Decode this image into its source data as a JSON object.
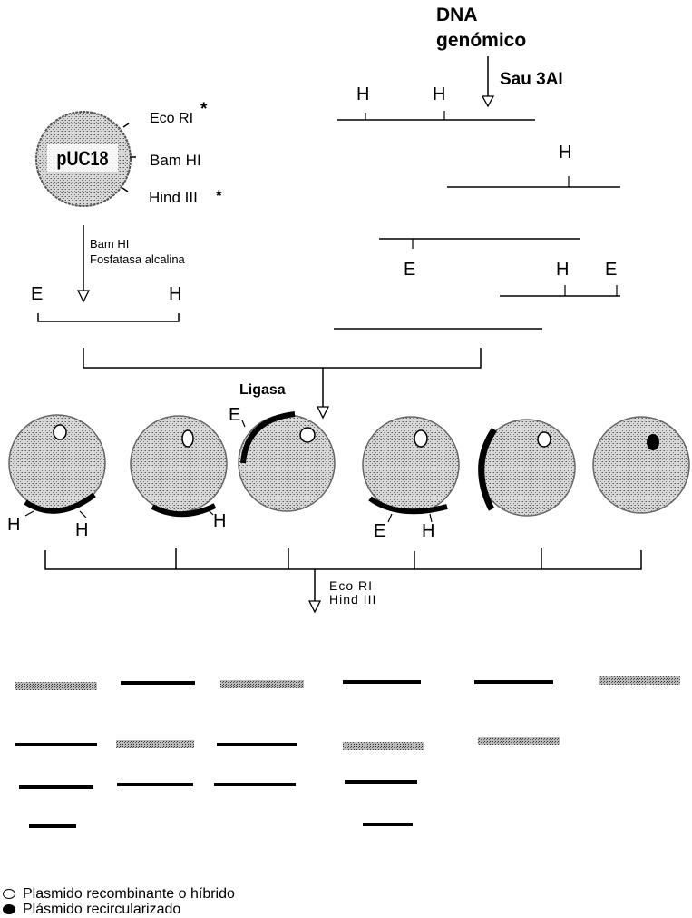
{
  "genomic": {
    "title_line1": "DNA",
    "title_line2": "genómico",
    "enzyme": "Sau 3AI",
    "site_h": "H",
    "site_e": "E"
  },
  "plasmid": {
    "name": "pUC18",
    "site_eco": "Eco RI",
    "site_bam": "Bam HI",
    "site_hind": "Hind III",
    "star": "*",
    "digest_enzyme": "Bam HI",
    "digest_treatment": "Fosfatasa alcalina",
    "end_e": "E",
    "end_h": "H"
  },
  "ligation": {
    "label": "Ligasa"
  },
  "products": {
    "label_e": "E",
    "label_h": "H",
    "digest_line1": "Eco RI",
    "digest_line2": "Hind III"
  },
  "legend": {
    "recombinant": "Plasmido recombinante o híbrido",
    "recircularized": "Plásmido recircularizado"
  }
}
